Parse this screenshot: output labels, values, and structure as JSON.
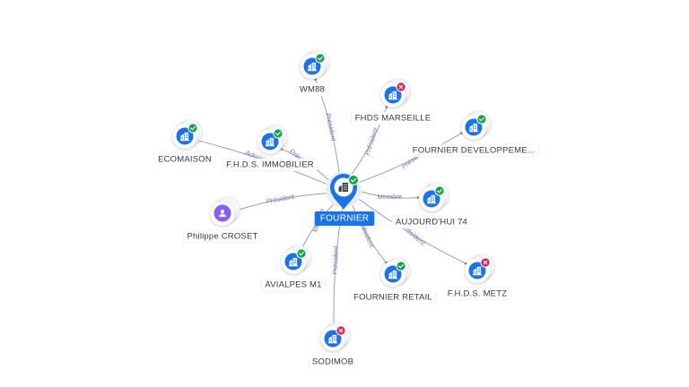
{
  "colors": {
    "edge": "#9aa0ab",
    "edge_label": "#6b7bb0",
    "company_icon": "#1a73e8",
    "person_icon": "#8b5cf6",
    "active_badge": "#16a34a",
    "inactive_badge": "#e11d48",
    "center_pin": "#1a73e8",
    "center_label_bg": "#1a73e8"
  },
  "center": {
    "label": "FOURNIER",
    "icon": "building-icon",
    "status": "active"
  },
  "nodes": [
    {
      "id": "wm88",
      "label": "WM88",
      "type": "company",
      "status": "active",
      "edge_label": "Président"
    },
    {
      "id": "fhds-marseille",
      "label": "FHDS MARSEILLE",
      "type": "company",
      "status": "inactive",
      "edge_label": "Président"
    },
    {
      "id": "fournier-developpement",
      "label": "FOURNIER DEVELOPPEME...",
      "type": "company",
      "status": "active",
      "edge_label": "Président"
    },
    {
      "id": "aujourd-hui-74",
      "label": "AUJOURD'HUI 74",
      "type": "company",
      "status": "active",
      "edge_label": "Membre"
    },
    {
      "id": "fhds-metz",
      "label": "F.H.D.S. METZ",
      "type": "company",
      "status": "inactive",
      "edge_label": "Président"
    },
    {
      "id": "fournier-retail",
      "label": "FOURNIER RETAIL",
      "type": "company",
      "status": "active",
      "edge_label": "Président"
    },
    {
      "id": "sodimob",
      "label": "SODIMOB",
      "type": "company",
      "status": "inactive",
      "edge_label": "Président"
    },
    {
      "id": "avialpes-m1",
      "label": "AVIALPES M1",
      "type": "company",
      "status": "active",
      "edge_label": "Membre"
    },
    {
      "id": "philippe-croset",
      "label": "Philippe CROSET",
      "type": "person",
      "status": "none",
      "edge_label": "Président"
    },
    {
      "id": "ecomaison",
      "label": "ECOMAISON",
      "type": "company",
      "status": "active",
      "edge_label": "Administrateur"
    },
    {
      "id": "fhds-immobilier",
      "label": "F.H.D.S. IMMOBILIER",
      "type": "company",
      "status": "active",
      "edge_label": "Président"
    }
  ]
}
